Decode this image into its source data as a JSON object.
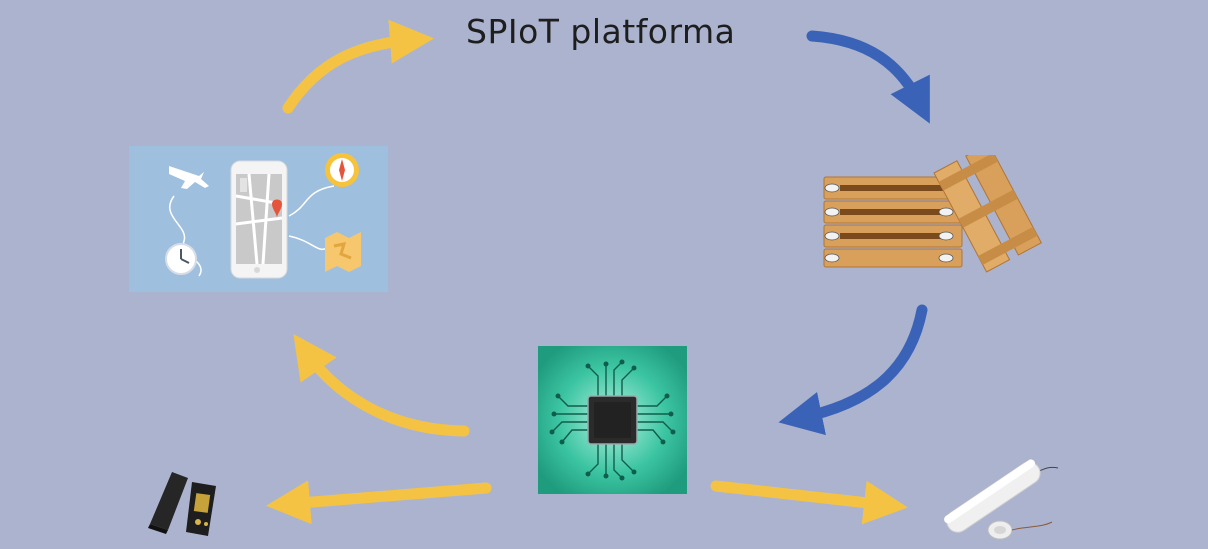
{
  "diagram": {
    "title": "SPIoT platforma",
    "background_color": "#acb3cf",
    "arrow_colors": {
      "yellow": "#f5c343",
      "blue": "#3a63b8"
    },
    "nodes": [
      {
        "id": "map-app",
        "icon": "smartphone-map-icon"
      },
      {
        "id": "pallets",
        "icon": "wooden-pallets-icon"
      },
      {
        "id": "chip",
        "icon": "microchip-icon"
      },
      {
        "id": "tracker-device",
        "icon": "black-tracker-device-icon"
      },
      {
        "id": "sensor-probe",
        "icon": "white-sensor-probe-icon"
      }
    ],
    "arrows": [
      {
        "from": "map-app",
        "to": "title",
        "color": "yellow"
      },
      {
        "from": "title",
        "to": "pallets",
        "color": "blue"
      },
      {
        "from": "pallets",
        "to": "chip",
        "color": "blue"
      },
      {
        "from": "chip",
        "to": "map-app",
        "color": "yellow"
      },
      {
        "from": "chip",
        "to": "tracker-device",
        "color": "yellow"
      },
      {
        "from": "chip",
        "to": "sensor-probe",
        "color": "yellow"
      }
    ]
  }
}
